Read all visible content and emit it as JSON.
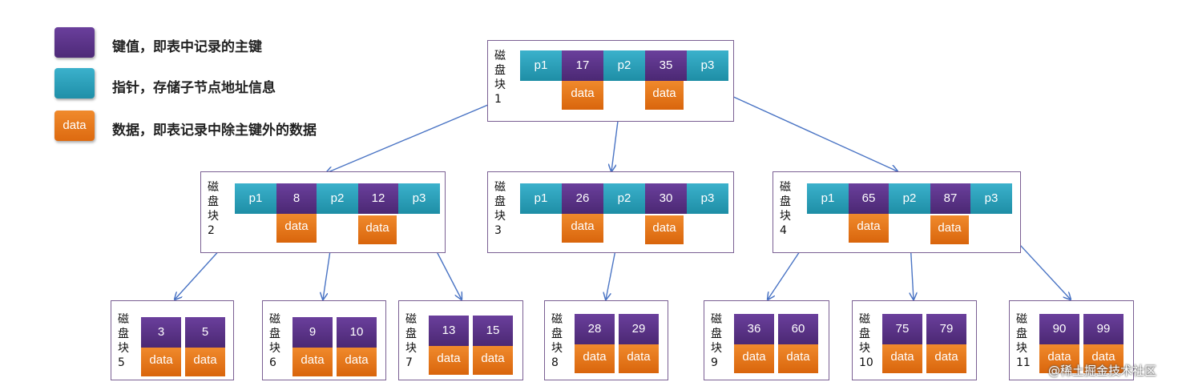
{
  "legend": {
    "key_text": "键值，即表中记录的主键",
    "pointer_text": "指针，存储子节点地址信息",
    "data_swatch": "data",
    "data_text": "数据，即表记录中除主键外的数据"
  },
  "block_label": "磁盘块",
  "blocks": [
    {
      "id": "1",
      "cells": [
        "p1",
        "17",
        "p2",
        "35",
        "p3"
      ],
      "data": [
        "data",
        "data"
      ]
    },
    {
      "id": "2",
      "cells": [
        "p1",
        "8",
        "p2",
        "12",
        "p3"
      ],
      "data": [
        "data",
        "data"
      ]
    },
    {
      "id": "3",
      "cells": [
        "p1",
        "26",
        "p2",
        "30",
        "p3"
      ],
      "data": [
        "data",
        "data"
      ]
    },
    {
      "id": "4",
      "cells": [
        "p1",
        "65",
        "p2",
        "87",
        "p3"
      ],
      "data": [
        "data",
        "data"
      ]
    },
    {
      "id": "5",
      "keys": [
        "3",
        "5"
      ],
      "data": [
        "data",
        "data"
      ]
    },
    {
      "id": "6",
      "keys": [
        "9",
        "10"
      ],
      "data": [
        "data",
        "data"
      ]
    },
    {
      "id": "7",
      "keys": [
        "13",
        "15"
      ],
      "data": [
        "data",
        "data"
      ]
    },
    {
      "id": "8",
      "keys": [
        "28",
        "29"
      ],
      "data": [
        "data",
        "data"
      ]
    },
    {
      "id": "9",
      "keys": [
        "36",
        "60"
      ],
      "data": [
        "data",
        "data"
      ]
    },
    {
      "id": "10",
      "keys": [
        "75",
        "79"
      ],
      "data": [
        "data",
        "data"
      ]
    },
    {
      "id": "11",
      "keys": [
        "90",
        "99"
      ],
      "data": [
        "data",
        "data"
      ]
    }
  ],
  "watermark": "@稀土掘金技术社区"
}
